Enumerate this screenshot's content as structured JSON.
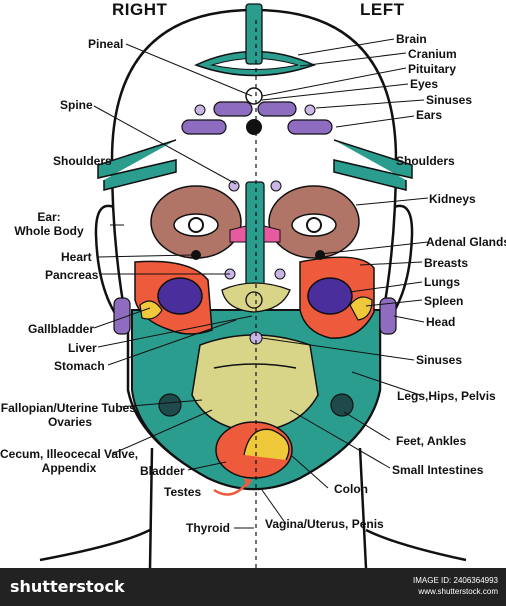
{
  "headers": {
    "right": "RIGHT",
    "left": "LEFT"
  },
  "labels": {
    "pineal": "Pineal",
    "brain": "Brain",
    "cranium": "Cranium",
    "pituitary": "Pituitary",
    "eyes": "Eyes",
    "spine": "Spine",
    "sinuses_top": "Sinuses",
    "ears": "Ears",
    "shoulders_right": "Shoulders",
    "shoulders_left": "Shoulders",
    "ear_whole_body_1": "Ear:",
    "ear_whole_body_2": "Whole Body",
    "kidneys": "Kidneys",
    "heart": "Heart",
    "adenal_glands": "Adenal Glands",
    "pancreas": "Pancreas",
    "breasts": "Breasts",
    "lungs": "Lungs",
    "spleen": "Spleen",
    "gallbladder": "Gallbladder",
    "head": "Head",
    "liver": "Liver",
    "stomach": "Stomach",
    "sinuses_bottom": "Sinuses",
    "fallopian_1": "Fallopian/Uterine Tubes,",
    "fallopian_2": "Ovaries",
    "legs": "Legs,Hips, Pelvis",
    "feet": "Feet, Ankles",
    "cecum_1": "Cecum, Illeocecal Valve,",
    "cecum_2": "Appendix",
    "bladder": "Bladder",
    "small_intestines": "Small Intestines",
    "testes": "Testes",
    "colon": "Colon",
    "thyroid": "Thyroid",
    "vagina": "Vagina/Uterus, Penis"
  },
  "footer": {
    "brand": "shutterstock",
    "image_id": "IMAGE ID: 2406364993",
    "site": "www.shutterstock.com"
  },
  "colors": {
    "teal": "#2a9d8f",
    "purple": "#8e6cc0",
    "brown": "#b07566",
    "orange": "#ee5a3c",
    "olive": "#d8d488",
    "navy": "#1f2f5e",
    "yellow": "#efc93a",
    "pink": "#e85aa0",
    "dark_teal": "#1f4a4c"
  }
}
